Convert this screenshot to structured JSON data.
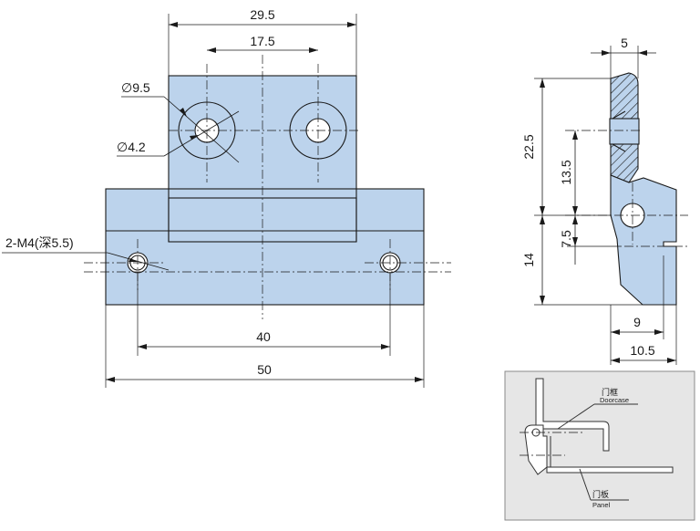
{
  "front_view": {
    "dims": {
      "top_width": "29.5",
      "hole_spacing_top": "17.5",
      "counterbore_dia": "9.5",
      "hole_dia": "4.2",
      "mount_holes": "2-M4(深5.5)",
      "hole_spacing_bottom": "40",
      "overall_width": "50"
    },
    "diameter_symbol": "∅"
  },
  "side_view": {
    "dims": {
      "thickness": "5",
      "upper_height": "22.5",
      "upper_hole": "13.5",
      "lower_offset": "7.5",
      "lower_height": "14",
      "depth_a": "9",
      "depth_b": "10.5"
    }
  },
  "inset": {
    "doorcase_cn": "门框",
    "doorcase_en": "Doorcase",
    "panel_cn": "门板",
    "panel_en": "Panel"
  }
}
